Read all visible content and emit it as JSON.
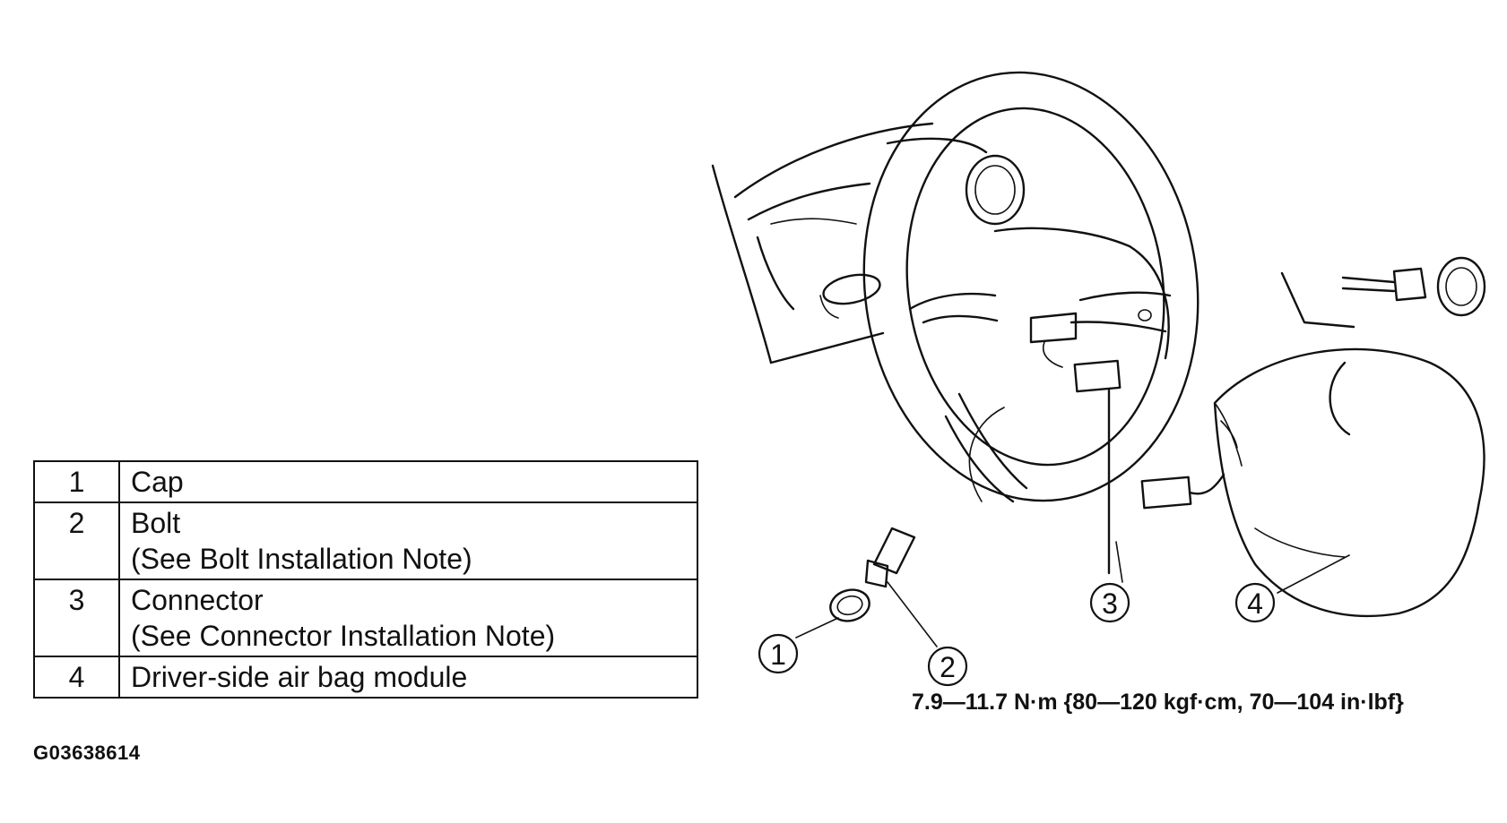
{
  "parts_table": {
    "rows": [
      {
        "num": "1",
        "name": "Cap",
        "note": ""
      },
      {
        "num": "2",
        "name": "Bolt",
        "note": "(See Bolt Installation Note)"
      },
      {
        "num": "3",
        "name": "Connector",
        "note": "(See Connector Installation Note)"
      },
      {
        "num": "4",
        "name": "Driver-side air bag module",
        "note": ""
      }
    ]
  },
  "figure_id": "G03638614",
  "torque_spec": "7.9—11.7 N·m {80—120 kgf·cm, 70—104 in·lbf}",
  "callouts": [
    "1",
    "2",
    "3",
    "4"
  ]
}
